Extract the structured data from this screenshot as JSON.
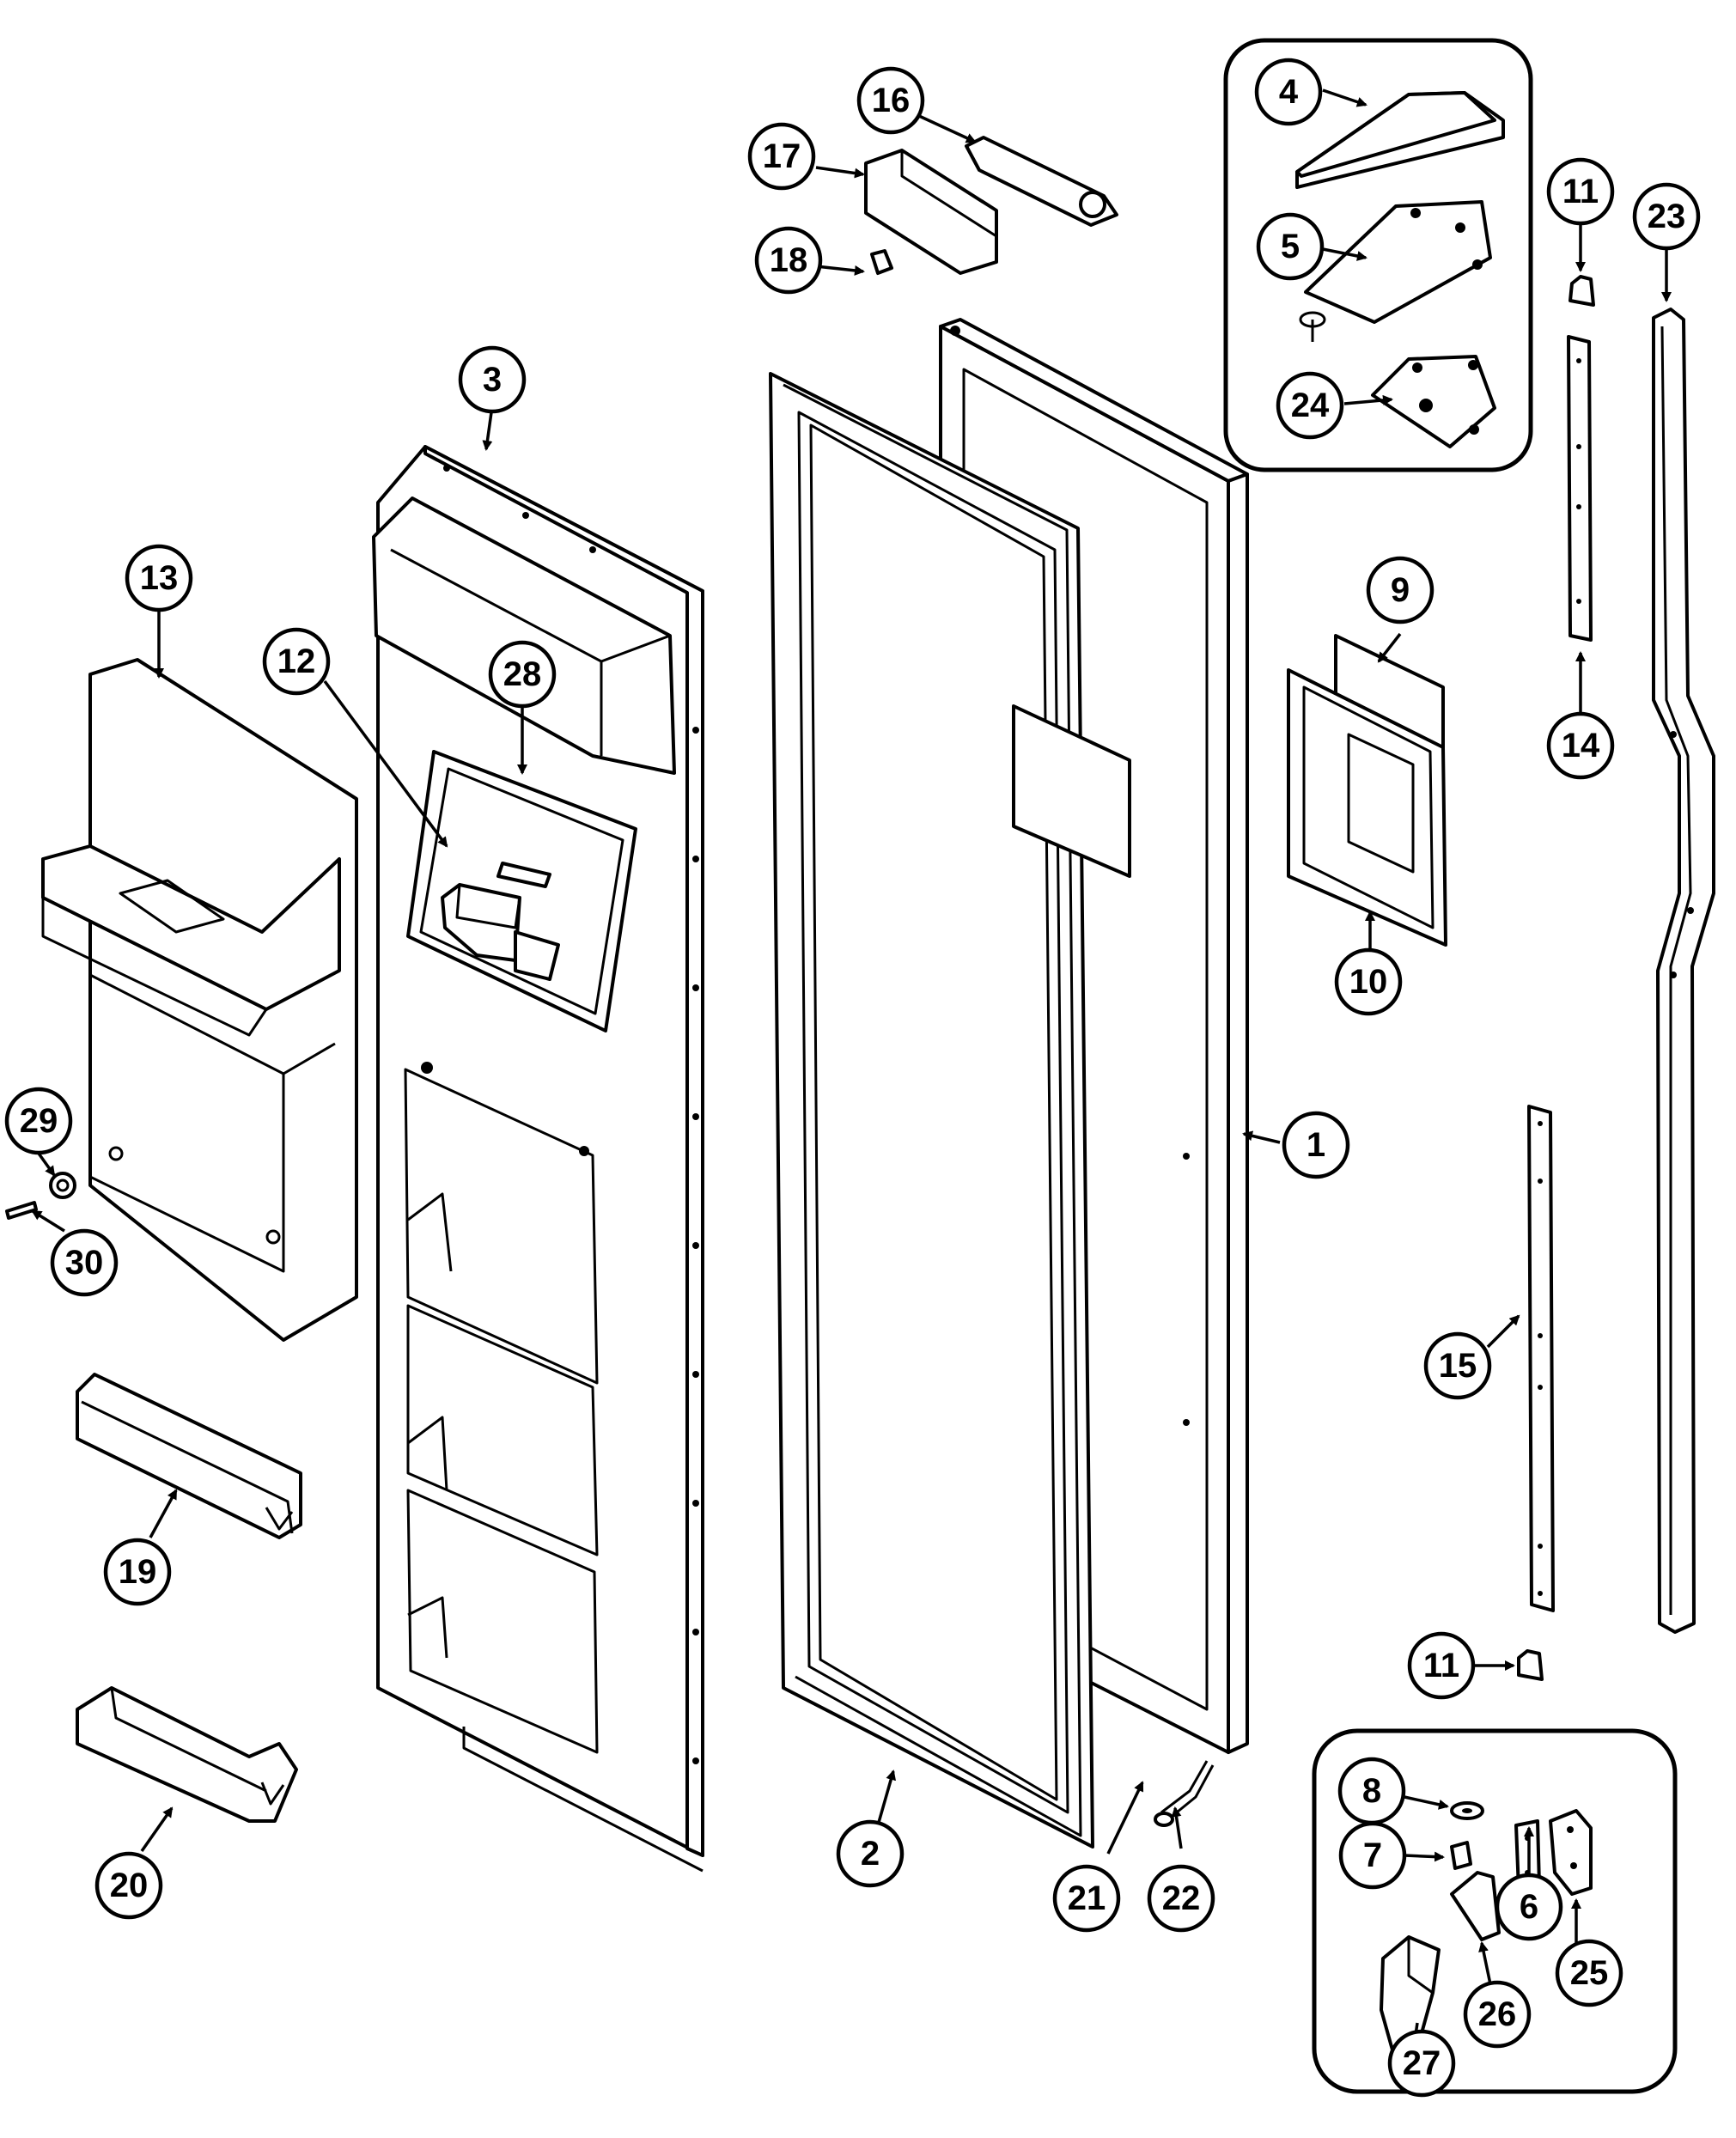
{
  "callouts": [
    {
      "id": "c1",
      "label": "1"
    },
    {
      "id": "c2",
      "label": "2"
    },
    {
      "id": "c3",
      "label": "3"
    },
    {
      "id": "c4",
      "label": "4"
    },
    {
      "id": "c5",
      "label": "5"
    },
    {
      "id": "c6",
      "label": "6"
    },
    {
      "id": "c7",
      "label": "7"
    },
    {
      "id": "c8",
      "label": "8"
    },
    {
      "id": "c9",
      "label": "9"
    },
    {
      "id": "c10",
      "label": "10"
    },
    {
      "id": "c11a",
      "label": "11"
    },
    {
      "id": "c11b",
      "label": "11"
    },
    {
      "id": "c12",
      "label": "12"
    },
    {
      "id": "c13",
      "label": "13"
    },
    {
      "id": "c14",
      "label": "14"
    },
    {
      "id": "c15",
      "label": "15"
    },
    {
      "id": "c16",
      "label": "16"
    },
    {
      "id": "c17",
      "label": "17"
    },
    {
      "id": "c18",
      "label": "18"
    },
    {
      "id": "c19",
      "label": "19"
    },
    {
      "id": "c20",
      "label": "20"
    },
    {
      "id": "c21",
      "label": "21"
    },
    {
      "id": "c22",
      "label": "22"
    },
    {
      "id": "c23",
      "label": "23"
    },
    {
      "id": "c24",
      "label": "24"
    },
    {
      "id": "c25",
      "label": "25"
    },
    {
      "id": "c26",
      "label": "26"
    },
    {
      "id": "c27",
      "label": "27"
    },
    {
      "id": "c28",
      "label": "28"
    },
    {
      "id": "c29",
      "label": "29"
    },
    {
      "id": "c30",
      "label": "30"
    }
  ],
  "colors": {
    "line": "#000000",
    "background": "#ffffff"
  }
}
